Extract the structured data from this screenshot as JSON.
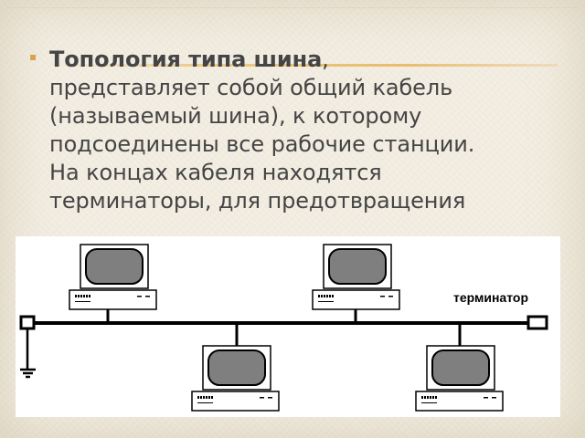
{
  "slide": {
    "bullet_glyph": "▪",
    "heading_bold": "Топология типа шина",
    "heading_rest": ",",
    "paragraph_lines": [
      "представляет собой общий кабель",
      "(называемый шина), к которому",
      "подсоединены все рабочие станции.",
      "На концах кабеля находятся",
      "терминаторы, для предотвращения"
    ]
  },
  "diagram": {
    "terminator_label": "терминатор",
    "computer_count": 4,
    "colors": {
      "screen_fill": "#7f7f7f",
      "outline": "#000000",
      "background": "#ffffff",
      "accent_line": "#eec987",
      "text": "#454545"
    }
  }
}
